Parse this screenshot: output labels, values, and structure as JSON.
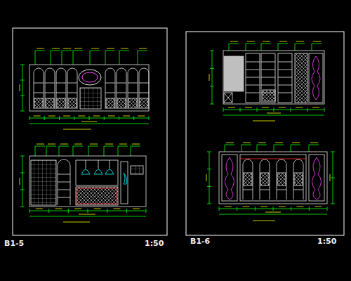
{
  "diagram": {
    "labels": [
      "B1-5",
      "1:50",
      "B1-6",
      "1:50"
    ]
  }
}
